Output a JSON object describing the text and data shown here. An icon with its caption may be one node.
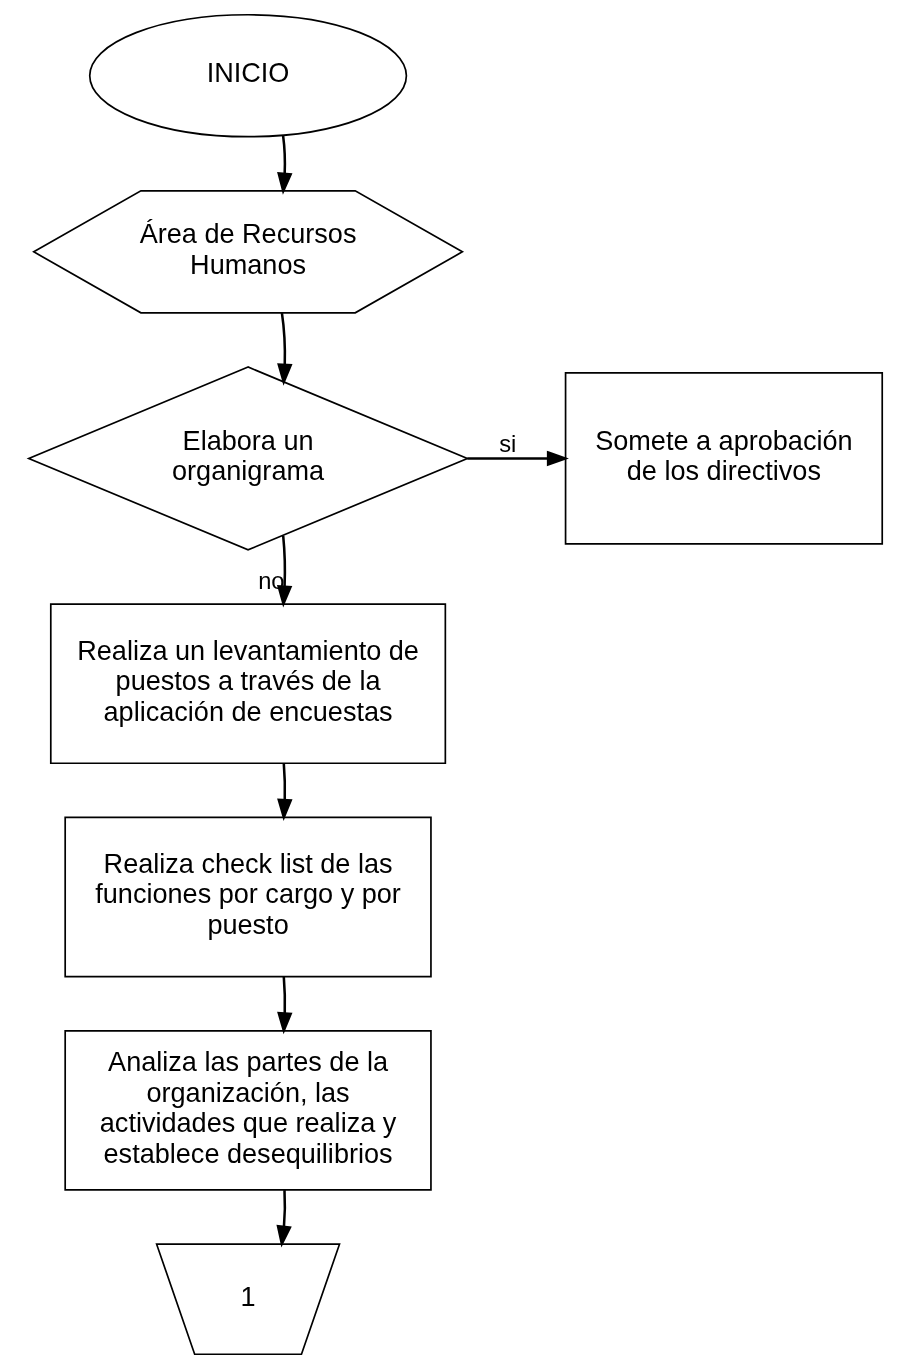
{
  "diagram": {
    "nodes": [
      {
        "text": [
          "INICIO"
        ]
      },
      {
        "text": [
          "Área de Recursos Humanos"
        ]
      },
      {
        "text": [
          "Elabora un organigrama"
        ]
      },
      {
        "text": [
          "Somete a aprobación de los directivos"
        ]
      },
      {
        "text": [
          "Realiza un levantamiento de puestos a través de la aplicación de encuestas"
        ]
      },
      {
        "text": [
          "Realiza check list de las funciones por cargo y por puesto"
        ]
      },
      {
        "text": [
          "Analiza las partes de la organización, las actividades que realiza y establece desequilibrios"
        ]
      },
      {
        "text": [
          "1"
        ]
      }
    ],
    "edges": [
      {
        "from": 0,
        "to": 1,
        "arrow": "to"
      },
      {
        "from": 1,
        "to": 2,
        "arrow": "to"
      },
      {
        "from": 2,
        "to": 3,
        "arrow": "to",
        "label": "si"
      },
      {
        "from": 2,
        "to": 4,
        "arrow": "to",
        "label": "no"
      },
      {
        "from": 4,
        "to": 5,
        "arrow": "to"
      },
      {
        "from": 5,
        "to": 6,
        "arrow": "to"
      },
      {
        "from": 6,
        "to": 7,
        "arrow": "to"
      }
    ]
  }
}
